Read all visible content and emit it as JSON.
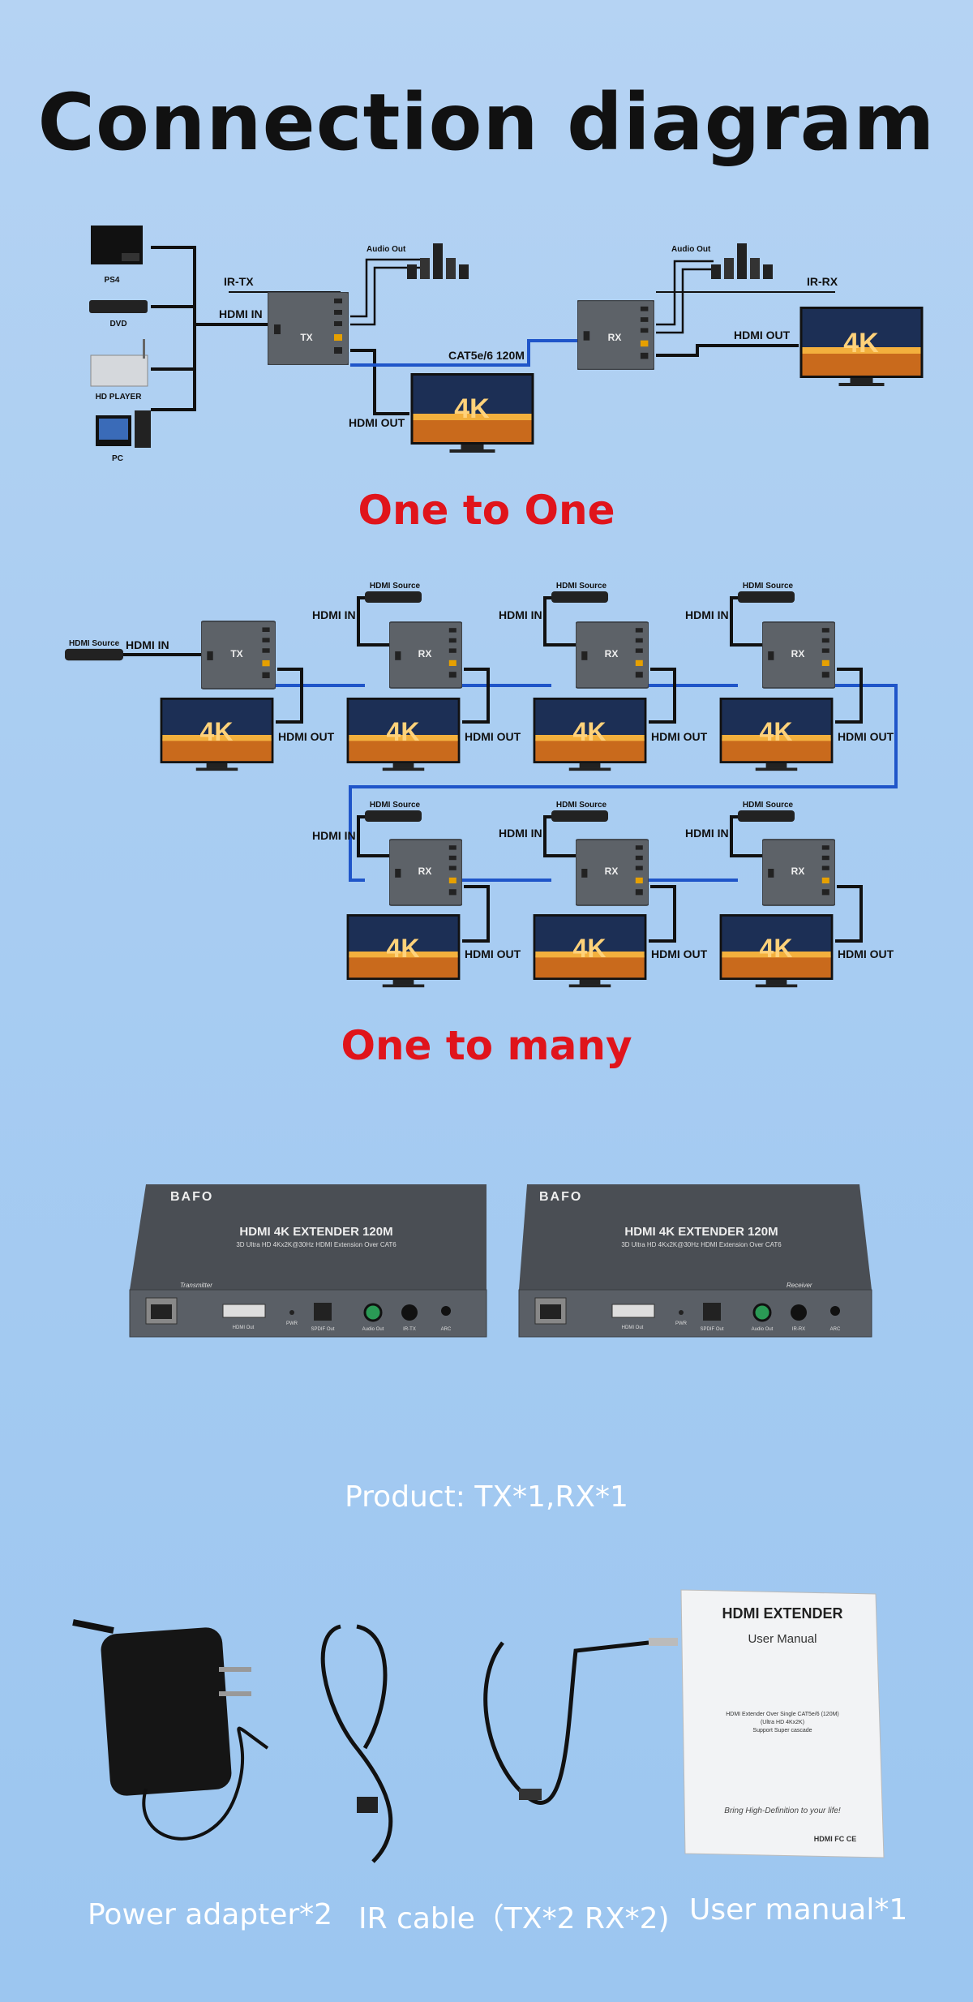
{
  "header": {
    "title": "Connection diagram"
  },
  "one_to_one": {
    "section_title": "One to One",
    "sources": [
      "PS4",
      "DVD",
      "HD PLAYER",
      "PC"
    ],
    "labels": {
      "ir_tx": "IR-TX",
      "ir_rx": "IR-RX",
      "audio_out": "Audio Out",
      "hdmi_in": "HDMI IN",
      "hdmi_out": "HDMI OUT",
      "cable": "CAT5e/6 120M",
      "tx": "TX",
      "rx": "RX",
      "tv_badge": "4K"
    }
  },
  "one_to_many": {
    "section_title": "One to many",
    "labels": {
      "hdmi_source": "HDMI Source",
      "hdmi_in": "HDMI IN",
      "hdmi_out": "HDMI OUT",
      "tx": "TX",
      "rx": "RX",
      "tv_badge": "4K"
    }
  },
  "product": {
    "brand": "BAFO",
    "model_title": "HDMI 4K EXTENDER 120M",
    "model_subtitle": "3D Ultra HD 4Kx2K@30Hz HDMI Extension Over CAT6",
    "tx_label": "Transmitter",
    "rx_label": "Receiver",
    "ports": {
      "hdmi_out": "HDMI Out",
      "pwr": "PWR",
      "spdif": "SPDIF Out",
      "audio_out": "Audio Out",
      "ir_tx": "IR-TX",
      "ir_rx": "IR-RX",
      "arc": "ARC"
    },
    "caption": "Product: TX*1,RX*1"
  },
  "accessories": {
    "manual": {
      "title": "HDMI EXTENDER",
      "subtitle": "User Manual",
      "desc_1": "HDMI Extender Over Single CAT5e/6 (120M)",
      "desc_2": "(Ultra HD 4Kx2K)",
      "desc_3": "Support Super cascade",
      "slogan": "Bring High-Definition to your life!",
      "footer": "HDMI  FC CE"
    },
    "captions": [
      "Power adapter*2",
      "IR cable（TX*2 RX*2)",
      "User manual*1"
    ]
  },
  "colors": {
    "background": "#a9cdf2",
    "section_title": "#e0141b",
    "device": "#5d6268",
    "cat_cable": "#1f55c9"
  }
}
